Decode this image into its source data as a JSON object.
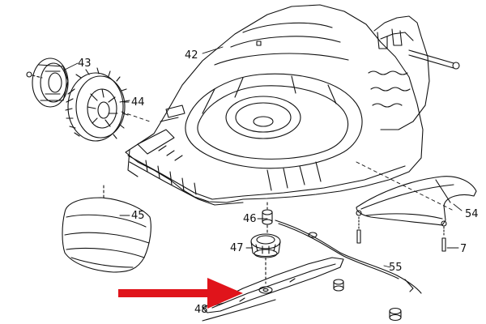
{
  "diagram": {
    "parts": [
      {
        "id": "42",
        "name": "mower-deck"
      },
      {
        "id": "43",
        "name": "hubcap"
      },
      {
        "id": "44",
        "name": "wheel"
      },
      {
        "id": "45",
        "name": "bumper-cover"
      },
      {
        "id": "46",
        "name": "spacer"
      },
      {
        "id": "47",
        "name": "blade-adapter"
      },
      {
        "id": "48",
        "name": "blade"
      },
      {
        "id": "54",
        "name": "rear-flap"
      },
      {
        "id": "7",
        "name": "screw"
      },
      {
        "id": "55",
        "name": "cable"
      }
    ],
    "callout_color": "#e0141b"
  }
}
